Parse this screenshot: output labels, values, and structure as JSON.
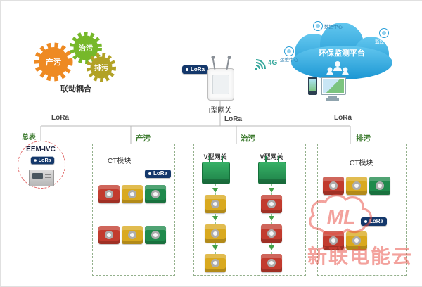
{
  "linkage": {
    "caption": "联动耦合",
    "gears": [
      {
        "label": "产污",
        "color": "#ee8a23"
      },
      {
        "label": "治污",
        "color": "#76b82a"
      },
      {
        "label": "排污",
        "color": "#b2a226"
      }
    ]
  },
  "gateway": {
    "label": "I型网关",
    "lora_badge": "LoRa",
    "signal": "4G"
  },
  "cloud": {
    "title": "环保监测平台",
    "nodes": [
      {
        "label": "数据中心"
      },
      {
        "label": "监控中心"
      },
      {
        "label": "运维中心"
      }
    ]
  },
  "bus": {
    "labels": [
      "LoRa",
      "LoRa",
      "LoRa"
    ]
  },
  "meter": {
    "caption": "总表",
    "model": "EEM-IVC",
    "lora_badge": "LoRa"
  },
  "zones": {
    "produce": {
      "title": "产污",
      "module_label": "CT模块",
      "lora_badge": "LoRa"
    },
    "treat": {
      "title": "治污",
      "left_gateway": "V型网关",
      "right_gateway": "V型网关"
    },
    "discharge": {
      "title": "排污",
      "module_label": "CT模块",
      "lora_badge": "LoRa"
    }
  },
  "watermark": {
    "logo": "ML",
    "text": "新联电能云"
  },
  "colors": {
    "cloud_blue": "#2ba3dc",
    "lora_navy": "#14386b",
    "module_red": "#c23b2e",
    "module_yellow": "#d9a91f",
    "module_green": "#1f8a4c",
    "v_gateway_green": "#27a05a",
    "gear_orange": "#ee8a23",
    "gear_green": "#76b82a",
    "gear_olive": "#b2a226",
    "zone_border_green": "#93b08c",
    "meter_circle_red": "#e06666",
    "watermark_red": "#e8483d"
  }
}
